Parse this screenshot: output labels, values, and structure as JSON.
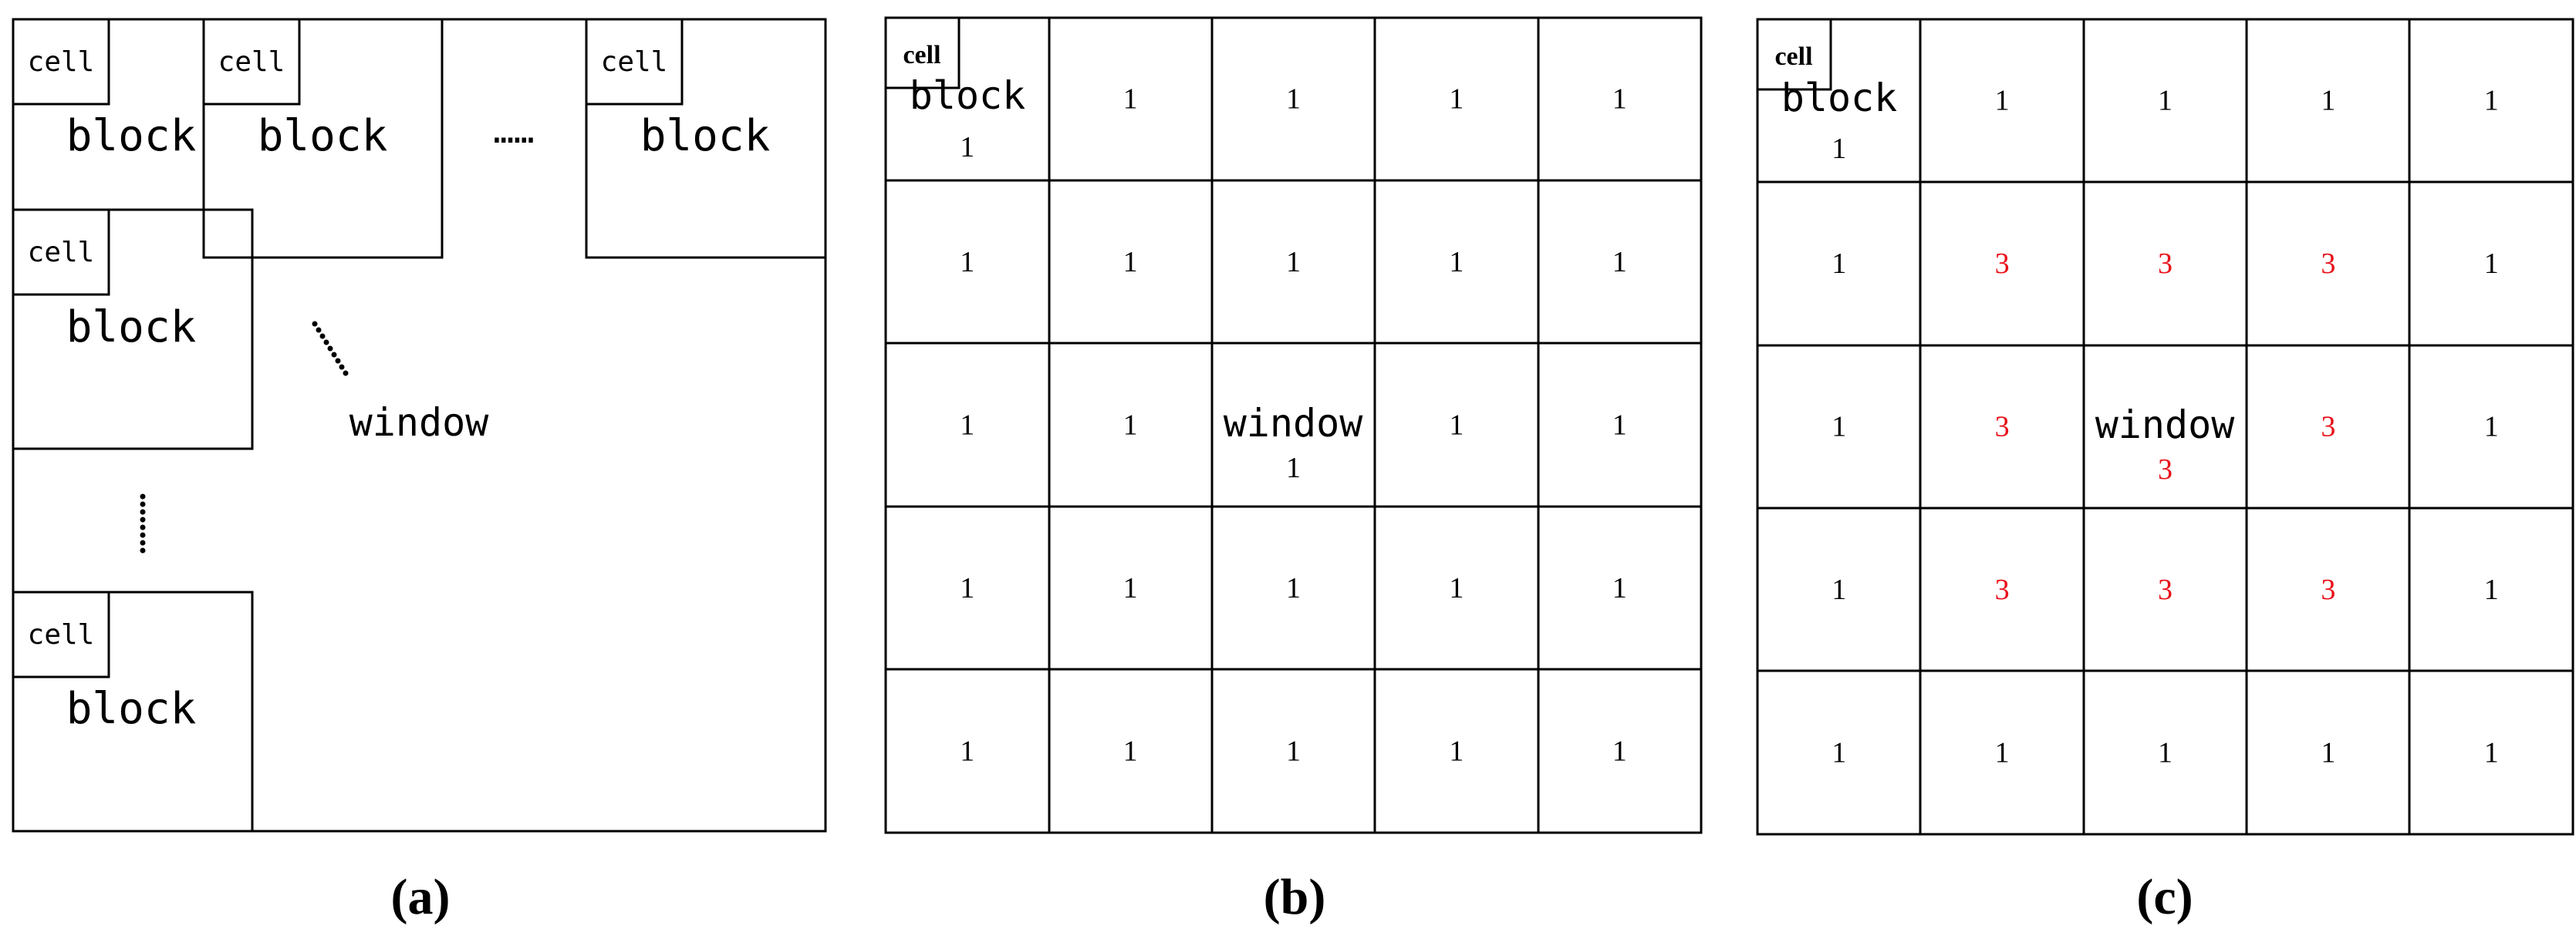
{
  "panels": {
    "a": {
      "caption": "(a)",
      "cell_label": "cell",
      "block_label": "block",
      "window_label": "window",
      "h_ellipsis": "……",
      "v_ellipsis": "⋮"
    },
    "b": {
      "caption": "(b)",
      "cell_label": "cell",
      "block_label": "block",
      "window_label": "window",
      "grid": [
        [
          "1",
          "1",
          "1",
          "1",
          "1"
        ],
        [
          "1",
          "1",
          "1",
          "1",
          "1"
        ],
        [
          "1",
          "1",
          "1",
          "1",
          "1"
        ],
        [
          "1",
          "1",
          "1",
          "1",
          "1"
        ],
        [
          "1",
          "1",
          "1",
          "1",
          "1"
        ]
      ]
    },
    "c": {
      "caption": "(c)",
      "cell_label": "cell",
      "block_label": "block",
      "window_label": "window",
      "grid": [
        [
          "1",
          "1",
          "1",
          "1",
          "1"
        ],
        [
          "1",
          "3",
          "3",
          "3",
          "1"
        ],
        [
          "1",
          "3",
          "3",
          "3",
          "1"
        ],
        [
          "1",
          "3",
          "3",
          "3",
          "1"
        ],
        [
          "1",
          "1",
          "1",
          "1",
          "1"
        ]
      ],
      "highlight_value": "3"
    }
  },
  "colors": {
    "line": "#000000",
    "text": "#000000",
    "highlight": "#e8101a"
  }
}
